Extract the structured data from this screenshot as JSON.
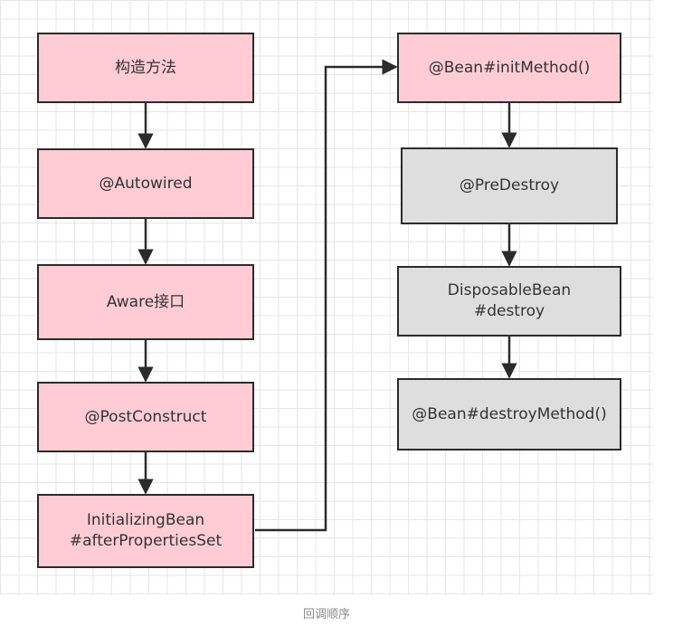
{
  "diagram": {
    "left_column": [
      {
        "id": "constructor",
        "label": "构造方法"
      },
      {
        "id": "autowired",
        "label": "@Autowired"
      },
      {
        "id": "aware",
        "label": "Aware接口"
      },
      {
        "id": "post_construct",
        "label": "@PostConstruct"
      },
      {
        "id": "initializing_bean",
        "label": "InitializingBean\n#afterPropertiesSet"
      }
    ],
    "right_column": [
      {
        "id": "init_method",
        "label": "@Bean#initMethod()"
      },
      {
        "id": "pre_destroy",
        "label": "@PreDestroy"
      },
      {
        "id": "disposable_bean",
        "label": "DisposableBean\n#destroy"
      },
      {
        "id": "destroy_method",
        "label": "@Bean#destroyMethod()"
      }
    ],
    "edges": [
      [
        "constructor",
        "autowired"
      ],
      [
        "autowired",
        "aware"
      ],
      [
        "aware",
        "post_construct"
      ],
      [
        "post_construct",
        "initializing_bean"
      ],
      [
        "initializing_bean",
        "init_method"
      ],
      [
        "init_method",
        "pre_destroy"
      ],
      [
        "pre_destroy",
        "disposable_bean"
      ],
      [
        "disposable_bean",
        "destroy_method"
      ]
    ],
    "colors": {
      "init_fill": "#ffccd5",
      "destroy_fill": "#dedede",
      "stroke": "#2b2b2b"
    }
  },
  "caption": "回调顺序"
}
